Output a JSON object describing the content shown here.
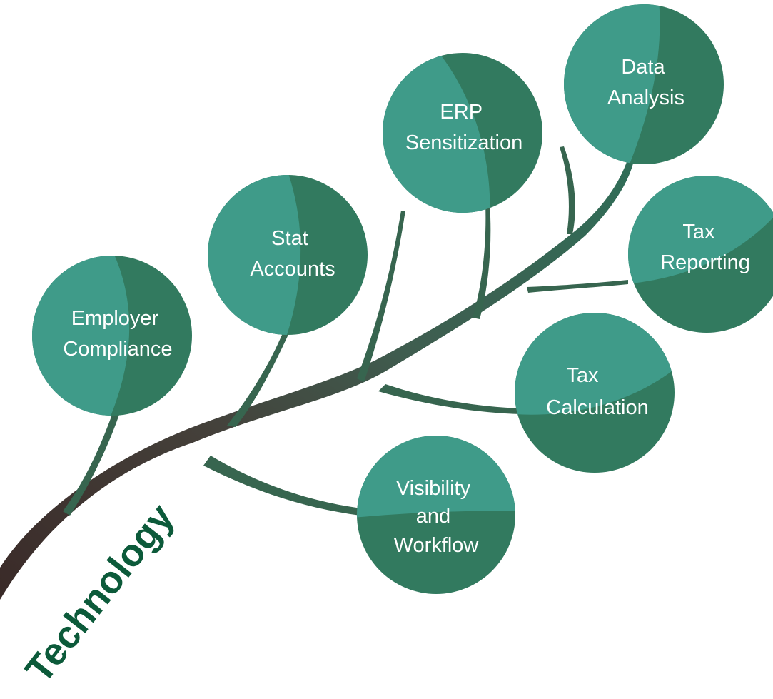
{
  "title": "Technology",
  "colors": {
    "trunk_dark": "#3d2b29",
    "trunk_mid": "#4a5a4a",
    "branch": "#356b58",
    "node_light": "#3f9b89",
    "node_dark": "#327a5f",
    "title": "#0c5a3a"
  },
  "nodes": [
    {
      "id": "employer-compliance",
      "lines": [
        "Employer",
        "Compliance"
      ]
    },
    {
      "id": "stat-accounts",
      "lines": [
        "Stat",
        "Accounts"
      ]
    },
    {
      "id": "erp-sensitization",
      "lines": [
        "ERP",
        "Sensitization"
      ]
    },
    {
      "id": "data-analysis",
      "lines": [
        "Data",
        "Analysis"
      ]
    },
    {
      "id": "tax-reporting",
      "lines": [
        "Tax",
        "Reporting"
      ]
    },
    {
      "id": "tax-calculation",
      "lines": [
        "Tax",
        "Calculation"
      ]
    },
    {
      "id": "visibility-and-workflow",
      "lines": [
        "Visibility",
        "and",
        "Workflow"
      ]
    }
  ]
}
